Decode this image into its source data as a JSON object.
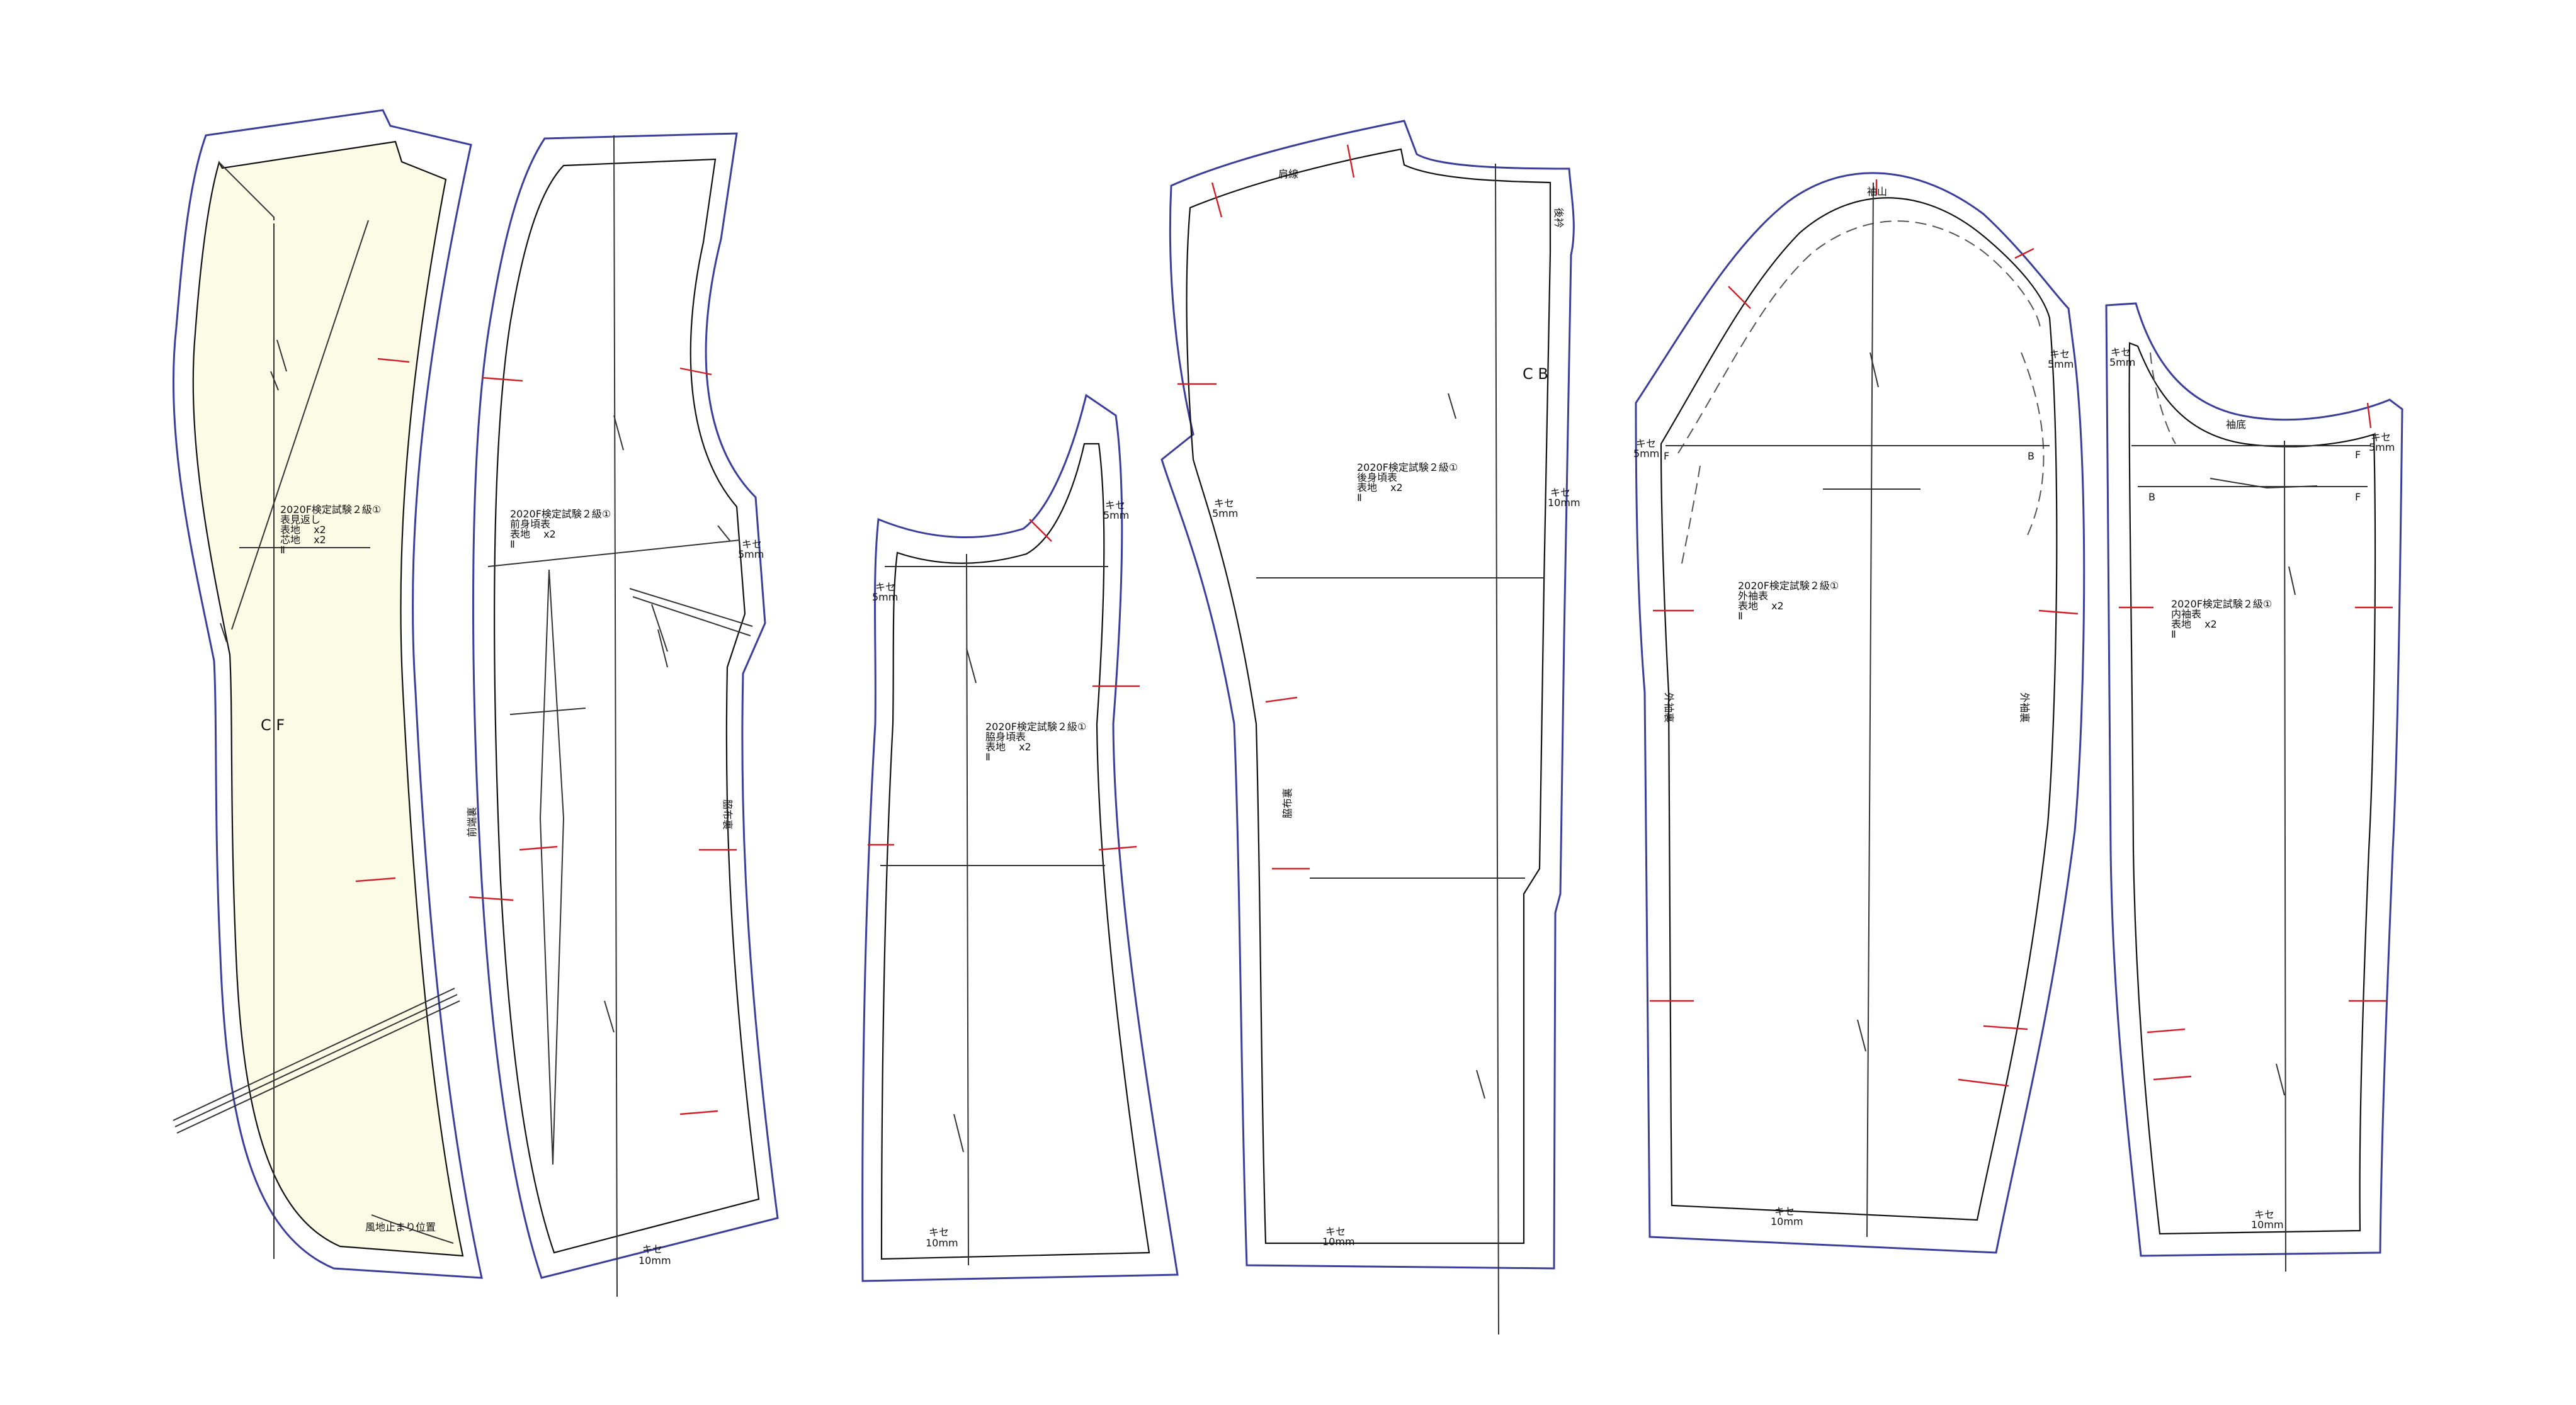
{
  "colors": {
    "facing_fill": "#fbfbe6",
    "shell_fill": "#e4f5f6",
    "outline": "#3b3f9a",
    "notch": "#d0202a"
  },
  "pieces": {
    "front_facing": {
      "info": [
        "2020F検定試験２級①",
        "表見返し",
        "表地　 x2",
        "芯地　 x2",
        "Ⅱ"
      ],
      "cf": "C F",
      "note": "風地止まり位置"
    },
    "front_body": {
      "info": [
        "2020F検定試験２級①",
        "前身頃表",
        "表地　 x2",
        "Ⅱ"
      ],
      "allow_side": [
        "キセ",
        "5mm"
      ],
      "hem": [
        "キセ",
        "10mm"
      ],
      "seam_left": "前端裏",
      "seam_right": "脇布裏"
    },
    "side_body": {
      "info": [
        "2020F検定試験２級①",
        "脇身頃表",
        "表地　 x2",
        "Ⅱ"
      ],
      "allow_left": [
        "キセ",
        "5mm"
      ],
      "allow_right": [
        "キセ",
        "5mm"
      ],
      "hem": [
        "キセ",
        "10mm"
      ]
    },
    "back_body": {
      "info": [
        "2020F検定試験２級①",
        "後身頃表",
        "表地　 x2",
        "Ⅱ"
      ],
      "cb": "C B",
      "shoulder": "肩線",
      "neck": "後衿",
      "allow_left": [
        "キセ",
        "5mm"
      ],
      "allow_right": [
        "キセ",
        "10mm"
      ],
      "seam_left": "脇布裏",
      "hem": [
        "キセ",
        "10mm"
      ]
    },
    "top_sleeve": {
      "info": [
        "2020F検定試験２級①",
        "外袖表",
        "表地　 x2",
        "Ⅱ"
      ],
      "top": "袖山",
      "allow_left": [
        "キセ",
        "5mm"
      ],
      "allow_right": [
        "キセ",
        "5mm"
      ],
      "f": "F",
      "b": "B",
      "seam_left": "外袖裏",
      "seam_right": "外袖裏",
      "hem": [
        "キセ",
        "10mm"
      ]
    },
    "under_sleeve": {
      "info": [
        "2020F検定試験２級①",
        "内袖表",
        "表地　 x2",
        "Ⅱ"
      ],
      "top": "袖底",
      "allow_left": [
        "キセ",
        "5mm"
      ],
      "allow_right": [
        "キセ",
        "5mm"
      ],
      "f": "F",
      "b": "B",
      "hem": [
        "キセ",
        "10mm"
      ]
    }
  }
}
